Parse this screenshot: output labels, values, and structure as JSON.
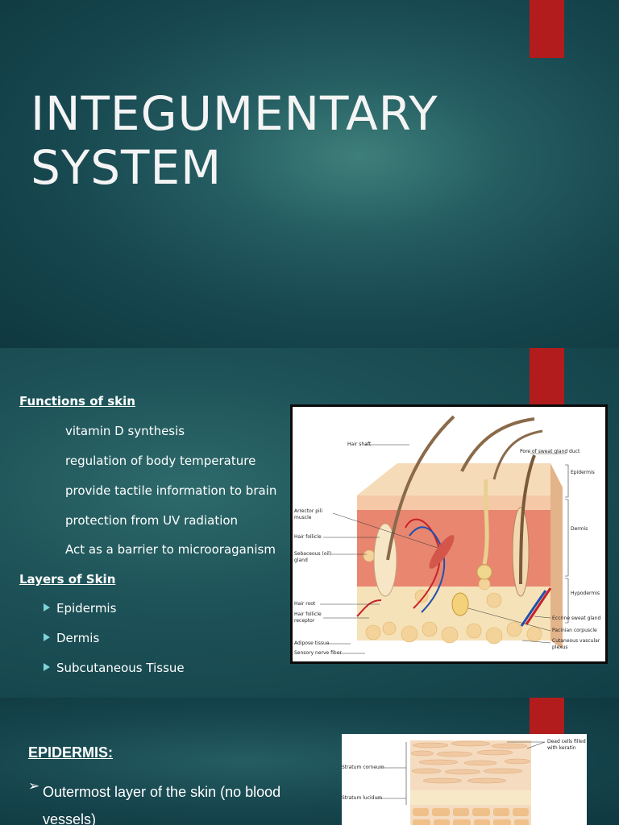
{
  "slide1": {
    "title_line1": "INTEGUMENTARY",
    "title_line2": "SYSTEM"
  },
  "slide2": {
    "functions_heading": "Functions of skin",
    "functions": [
      "vitamin D synthesis",
      "regulation of body temperature",
      "provide tactile information to brain",
      "protection from UV radiation",
      "Act as a barrier to microoraganism"
    ],
    "layers_heading": "Layers of Skin",
    "layers": [
      "Epidermis",
      "Dermis",
      "Subcutaneous Tissue"
    ],
    "figure_labels": {
      "hair_shaft": "Hair shaft",
      "pore": "Pore of sweat gland duct",
      "epidermis": "Epidermis",
      "arrector_line1": "Arrector pili",
      "arrector_line2": "muscle",
      "dermis": "Dermis",
      "hair_follicle": "Hair follicle",
      "sebaceous_line1": "Sebaceous (oil)",
      "sebaceous_line2": "gland",
      "hypodermis": "Hypodermis",
      "hair_root": "Hair root",
      "receptor_line1": "Hair follicle",
      "receptor_line2": "receptor",
      "eccrine": "Eccrine sweat gland",
      "pacinian": "Pacinian corpuscle",
      "adipose": "Adipose tissue",
      "cutaneous_line1": "Cutaneous vascular",
      "cutaneous_line2": "plexus",
      "sensory": "Sensory nerve fiber"
    }
  },
  "slide3": {
    "heading": "EPIDERMIS:",
    "bullet_symbol": "➢",
    "bullet_text": "Outermost layer of the skin (no blood vessels)",
    "figure_labels": {
      "dead_cells_line1": "Dead cells filled",
      "dead_cells_line2": "with keratin",
      "corneum": "Stratum corneum",
      "lucidum": "Stratum lucidum"
    }
  },
  "colors": {
    "accent_red": "#b21c1c",
    "bullet_triangle": "#7fd3d9"
  }
}
